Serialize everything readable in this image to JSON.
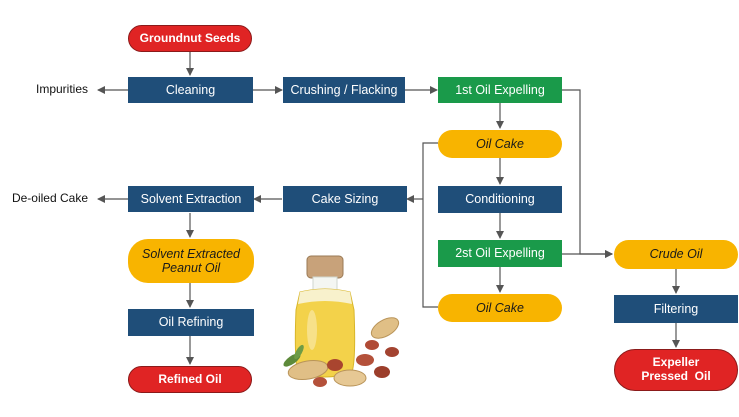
{
  "nodes": {
    "groundnut_seeds": "Groundnut Seeds",
    "cleaning": "Cleaning",
    "impurities": "Impurities",
    "crushing": "Crushing / Flacking",
    "first_expelling": "1st Oil Expelling",
    "oil_cake_1": "Oil Cake",
    "conditioning": "Conditioning",
    "second_expelling": "2st Oil Expelling",
    "oil_cake_2": "Oil Cake",
    "cake_sizing": "Cake Sizing",
    "solvent_extraction": "Solvent Extraction",
    "deoiled_cake": "De-oiled Cake",
    "solvent_oil_line1": "Solvent Extracted",
    "solvent_oil_line2": "Peanut Oil",
    "oil_refining": "Oil Refining",
    "refined_oil": "Refined Oil",
    "crude_oil": "Crude Oil",
    "filtering": "Filtering",
    "expeller_line1": "Expeller",
    "expeller_line2": "Pressed  Oil"
  },
  "colors": {
    "process_blue": "#1f4e79",
    "expelling_green": "#1a9a4a",
    "endpoint_red": "#e02424",
    "product_amber": "#f8b400",
    "connector_gray": "#555555"
  },
  "illustration": "peanut-oil-bottle-with-peanuts"
}
